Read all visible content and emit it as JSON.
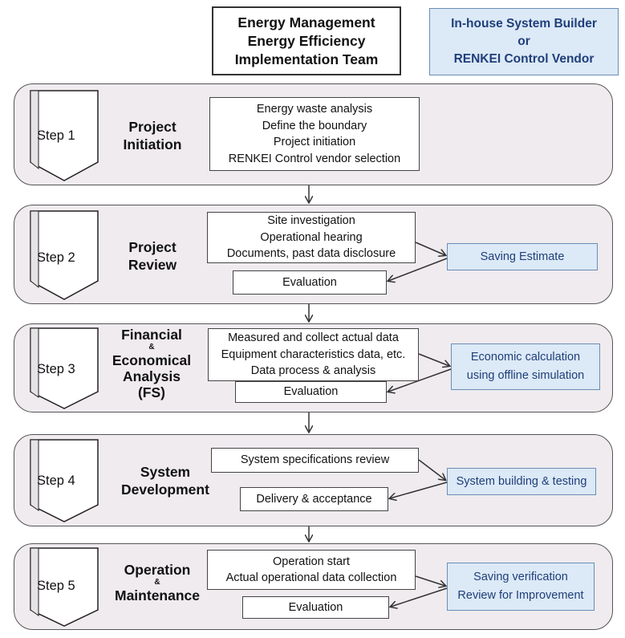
{
  "header": {
    "team_lines": [
      "Energy Management",
      "Energy Efficiency",
      "Implementation Team"
    ],
    "vendor_lines": [
      "In-house System Builder",
      "or",
      "RENKEI Control Vendor"
    ]
  },
  "steps": [
    {
      "step": "Step 1",
      "title_lines": [
        "Project",
        "Initiation"
      ],
      "activities": [
        "Energy waste analysis",
        "Define the boundary",
        "Project initiation",
        "RENKEI Control vendor selection"
      ]
    },
    {
      "step": "Step 2",
      "title_lines": [
        "Project",
        "Review"
      ],
      "activities": [
        "Site investigation",
        "Operational hearing",
        "Documents, past data disclosure"
      ],
      "evaluation": "Evaluation",
      "vendor_lines": [
        "Saving Estimate"
      ]
    },
    {
      "step": "Step 3",
      "title_lines": [
        "Financial",
        "&",
        "Economical",
        "Analysis",
        "(FS)"
      ],
      "activities": [
        "Measured and collect actual data",
        "Equipment characteristics data, etc.",
        "Data process & analysis"
      ],
      "evaluation": "Evaluation",
      "vendor_lines": [
        "Economic calculation",
        "using offline simulation"
      ]
    },
    {
      "step": "Step 4",
      "title_lines": [
        "System",
        "Development"
      ],
      "activities": [
        "System specifications review"
      ],
      "evaluation": "Delivery & acceptance",
      "vendor_lines": [
        "System building & testing"
      ]
    },
    {
      "step": "Step 5",
      "title_lines": [
        "Operation",
        "&",
        "Maintenance"
      ],
      "activities": [
        "Operation start",
        "Actual operational data collection"
      ],
      "evaluation": "Evaluation",
      "vendor_lines": [
        "Saving verification",
        "Review for Improvement"
      ]
    }
  ],
  "colors": {
    "panel_fill": "#efebef",
    "vendor_fill": "#dce9f6",
    "vendor_text": "#1f3f7a"
  }
}
